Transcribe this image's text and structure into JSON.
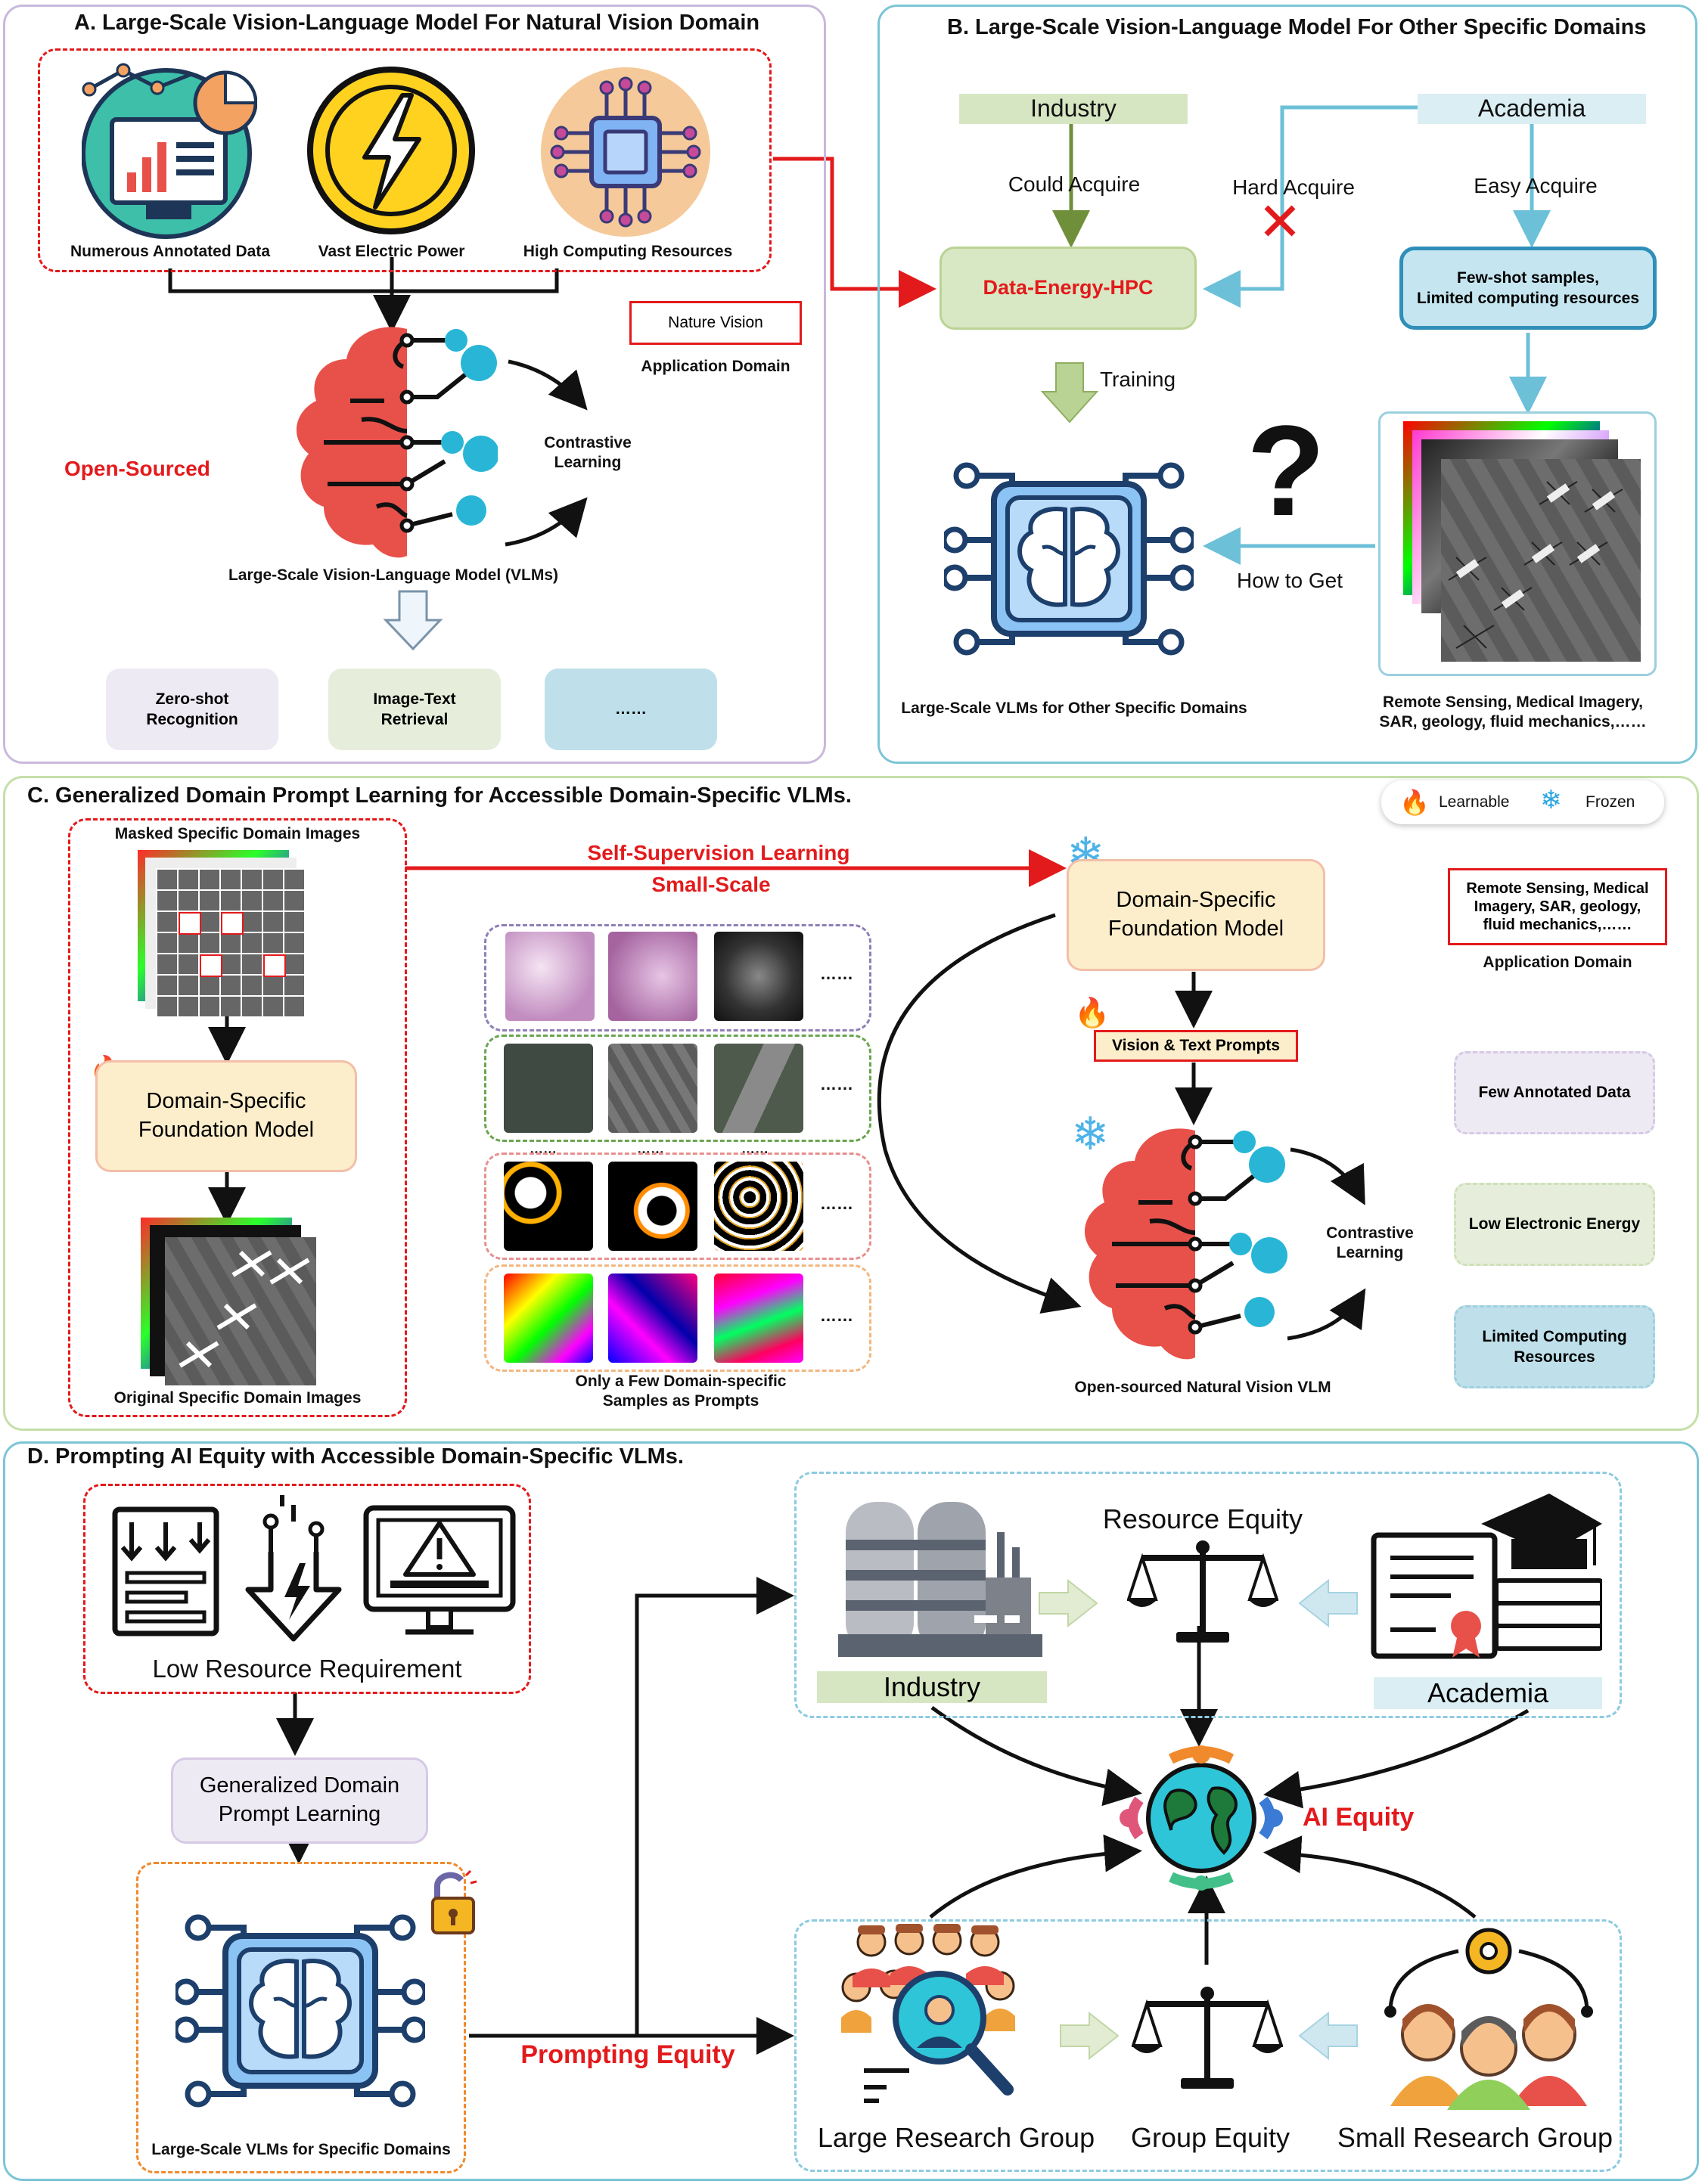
{
  "panel_a": {
    "title": "A. Large-Scale Vision-Language Model For Natural Vision Domain",
    "resources": [
      "Numerous Annotated Data",
      "Vast Electric Power",
      "High Computing Resources"
    ],
    "nature_vision": "Nature Vision",
    "application_domain": "Application Domain",
    "open_sourced": "Open-Sourced",
    "contrastive_line1": "Contrastive",
    "contrastive_line2": "Learning",
    "vlm_label": "Large-Scale Vision-Language Model (VLMs)",
    "tasks": [
      {
        "line1": "Zero-shot",
        "line2": "Recognition"
      },
      {
        "line1": "Image-Text",
        "line2": "Retrieval"
      },
      {
        "line1": "……",
        "line2": ""
      }
    ]
  },
  "panel_b": {
    "title": "B. Large-Scale Vision-Language Model For Other Specific Domains",
    "industry": "Industry",
    "academia": "Academia",
    "could_acquire": "Could  Acquire",
    "hard_acquire": "Hard  Acquire",
    "easy_acquire": "Easy  Acquire",
    "deh": "Data-Energy-HPC",
    "fewshot_line1": "Few-shot samples,",
    "fewshot_line2": "Limited computing resources",
    "training": "Training",
    "question_mark": "?",
    "how_to_get": "How to Get",
    "vlm_label": "Large-Scale VLMs for Other Specific Domains",
    "domains_line1": "Remote Sensing, Medical Imagery,",
    "domains_line2": "SAR, geology, fluid mechanics,……"
  },
  "panel_c": {
    "title": "C. Generalized Domain Prompt Learning for Accessible Domain-Specific VLMs.",
    "learnable": "Learnable",
    "frozen": "Frozen",
    "masked_images": "Masked Specific Domain Images",
    "dsfm_line1": "Domain-Specific",
    "dsfm_line2": "Foundation Model",
    "original_images": "Original Specific Domain Images",
    "ssl": "Self-Supervision Learning",
    "small_scale": "Small-Scale",
    "ellipsis": "……",
    "row_dots": "……",
    "samples_line1": "Only a Few Domain-specific",
    "samples_line2": "Samples as Prompts",
    "vt_prompts": "Vision & Text Prompts",
    "contrastive_line1": "Contrastive",
    "contrastive_line2": "Learning",
    "vlm_label": "Open-sourced Natural Vision VLM",
    "domains_line1": "Remote Sensing, Medical",
    "domains_line2": "Imagery, SAR, geology,",
    "domains_line3": "fluid mechanics,……",
    "application_domain": "Application Domain",
    "few_annotated": "Few Annotated Data",
    "low_energy": "Low Electronic Energy",
    "limited_line1": "Limited Computing",
    "limited_line2": "Resources"
  },
  "panel_d": {
    "title": "D. Prompting AI Equity with Accessible Domain-Specific VLMs.",
    "low_resource": "Low Resource Requirement",
    "gdpl_line1": "Generalized Domain",
    "gdpl_line2": "Prompt Learning",
    "vlm_label": "Large-Scale VLMs for Specific Domains",
    "prompting_equity": "Prompting Equity",
    "resource_equity": "Resource Equity",
    "industry": "Industry",
    "academia": "Academia",
    "ai_equity": "AI  Equity",
    "large_group": "Large Research Group",
    "group_equity": "Group Equity",
    "small_group": "Small Research Group"
  },
  "colors": {
    "red": "#e31a1c",
    "brain_red": "#e8514a",
    "teal": "#29b6d6",
    "industry_green": "#d6e6c3",
    "academia_blue": "#daeef3",
    "panel_a_border": "#c9b9dc",
    "panel_b_border": "#7cc5d6",
    "panel_c_border": "#c5dfa9",
    "panel_d_border": "#7cc5d6"
  }
}
